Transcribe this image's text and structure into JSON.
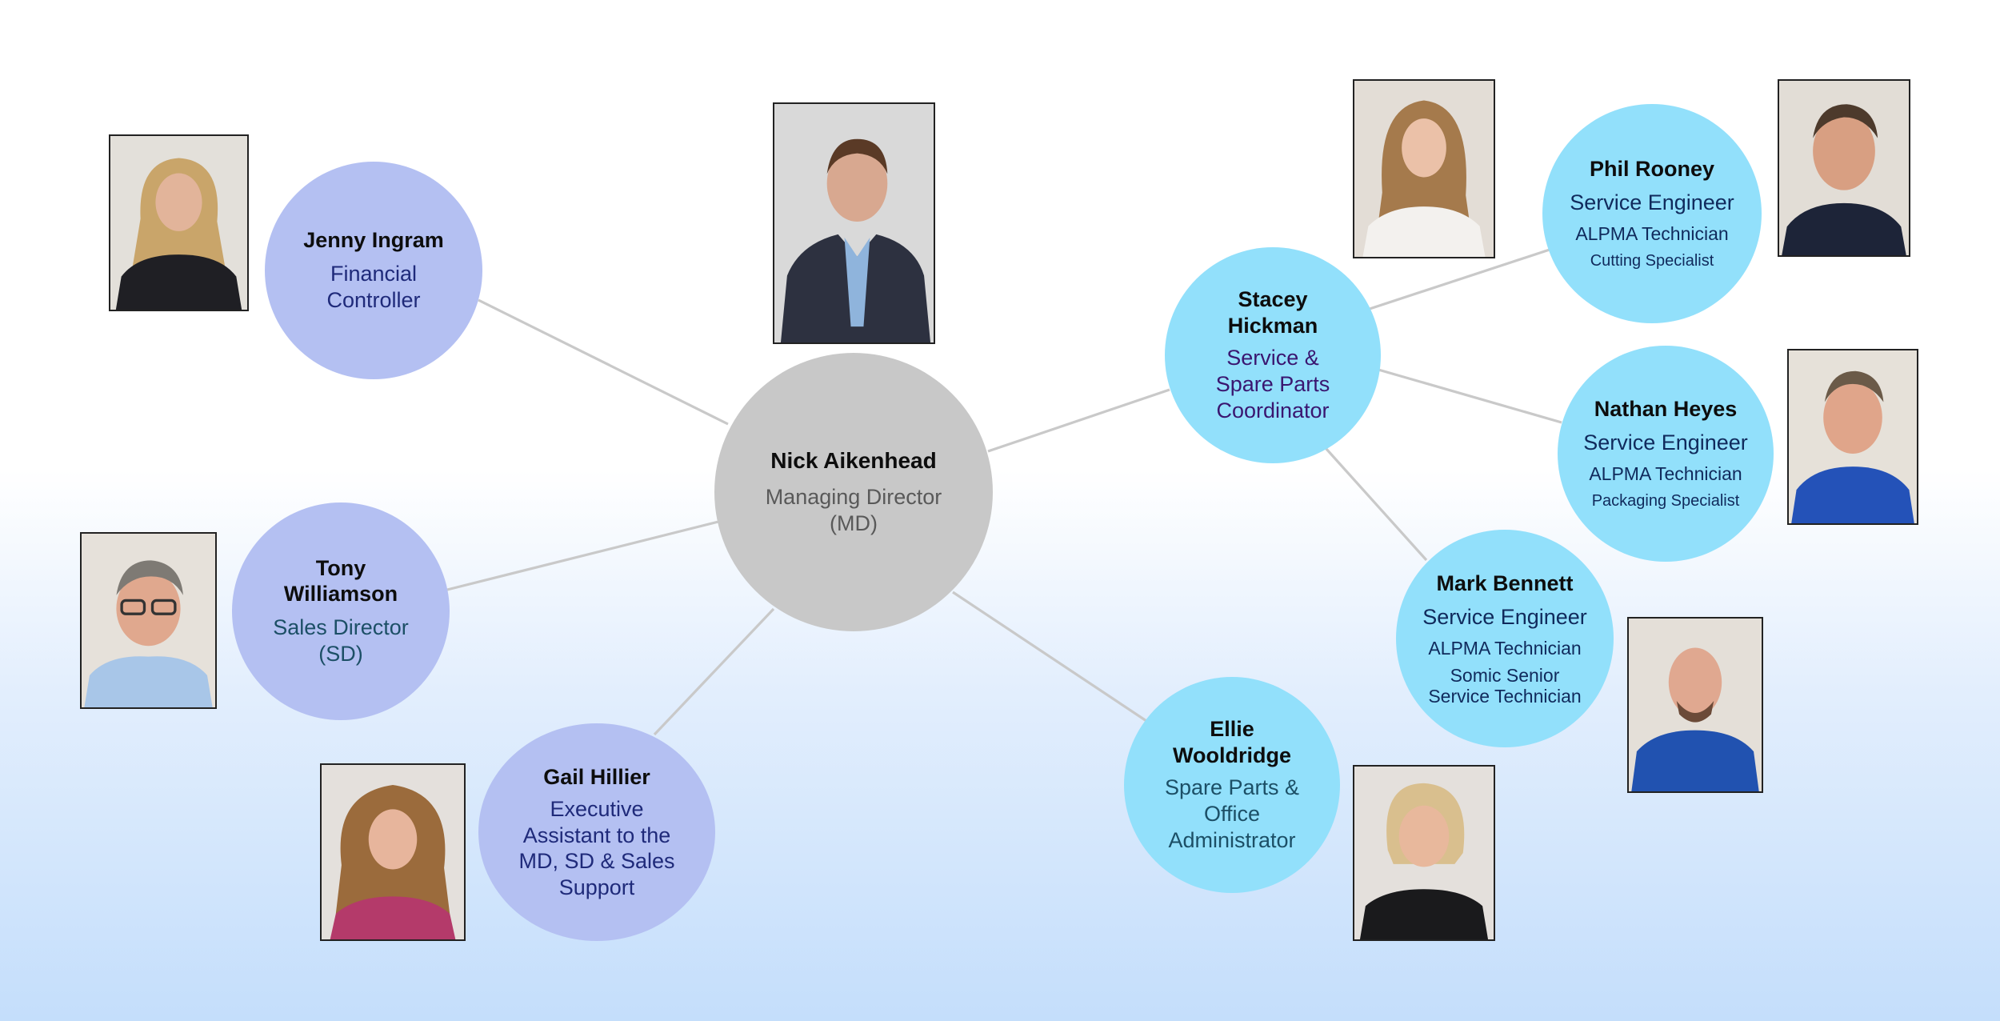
{
  "center": {
    "name": "Nick Aikenhead",
    "role_lines": [
      "Managing Director",
      "(MD)"
    ]
  },
  "left_staff": [
    {
      "name": "Jenny Ingram",
      "role_lines": [
        "Financial",
        "Controller"
      ]
    },
    {
      "name_lines": [
        "Tony",
        "Williamson"
      ],
      "role_lines": [
        "Sales Director",
        "(SD)"
      ]
    },
    {
      "name": "Gail Hillier",
      "role_lines": [
        "Executive",
        "Assistant to the",
        "MD, SD & Sales",
        "Support"
      ]
    }
  ],
  "right_staff": [
    {
      "name_lines": [
        "Stacey",
        "Hickman"
      ],
      "role_lines": [
        "Service &",
        "Spare Parts",
        "Coordinator"
      ]
    },
    {
      "name": "Phil Rooney",
      "role": "Service Engineer",
      "line2": "ALPMA Technician",
      "line3": "Cutting Specialist"
    },
    {
      "name": "Nathan Heyes",
      "role": "Service Engineer",
      "line2": "ALPMA Technician",
      "line3": "Packaging Specialist"
    },
    {
      "name": "Mark Bennett",
      "role": "Service Engineer",
      "line2": "ALPMA Technician",
      "line3_lines": [
        "Somic Senior",
        "Service Technician"
      ]
    },
    {
      "name_lines": [
        "Ellie",
        "Wooldridge"
      ],
      "role_lines": [
        "Spare Parts &",
        "Office",
        "Administrator"
      ]
    }
  ],
  "colors": {
    "center_circle": "#c8c8c8",
    "lavender_circle": "#b4c0f2",
    "cyan_circle": "#92e0fb",
    "connector": "#c9c9c9"
  }
}
